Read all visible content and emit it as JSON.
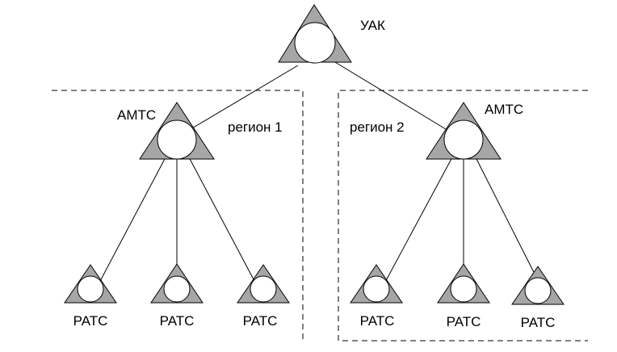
{
  "colors": {
    "triangle_fill": "#a6a6a6",
    "circle_fill": "#ffffff",
    "stroke": "#000000",
    "background": "#ffffff"
  },
  "root": {
    "label": "УАК"
  },
  "regions": [
    {
      "label": "регион 1",
      "hub": {
        "label": "АМТС"
      },
      "leaves": [
        {
          "label": "РАТС"
        },
        {
          "label": "РАТС"
        },
        {
          "label": "РАТС"
        }
      ]
    },
    {
      "label": "регион 2",
      "hub": {
        "label": "АМТС"
      },
      "leaves": [
        {
          "label": "РАТС"
        },
        {
          "label": "РАТС"
        },
        {
          "label": "РАТС"
        }
      ]
    }
  ]
}
